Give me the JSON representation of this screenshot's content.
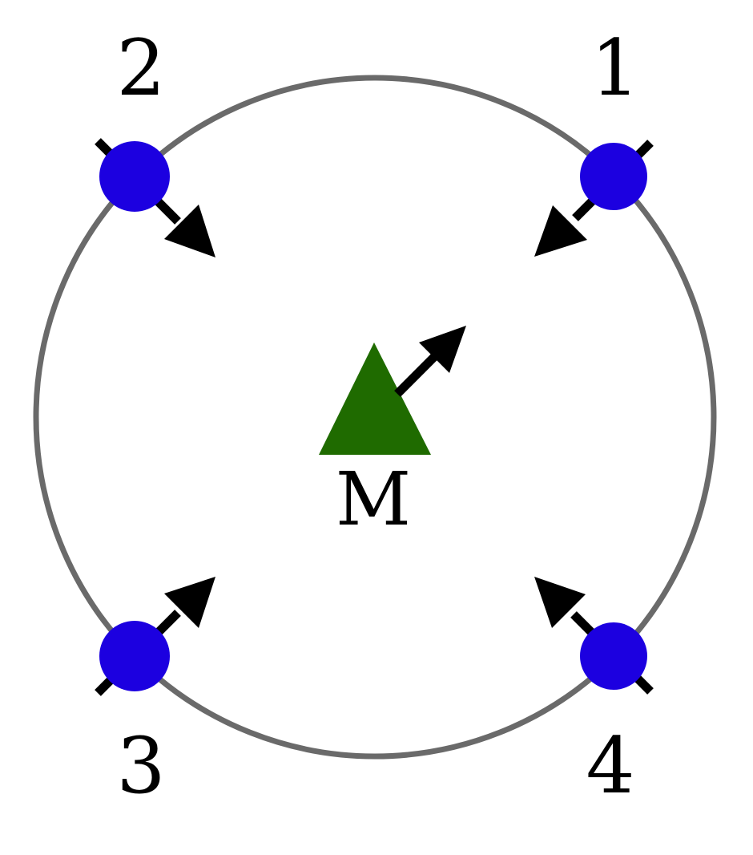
{
  "colors": {
    "ring": "#6a6a6a",
    "node": "#1c00e0",
    "center": "#1f6b00",
    "arrow": "#000000",
    "text": "#000000"
  },
  "labels": {
    "node1": "1",
    "node2": "2",
    "node3": "3",
    "node4": "4",
    "center": "M"
  },
  "icons": {
    "node": "circle-icon",
    "center": "triangle-icon",
    "direction": "arrow-icon"
  }
}
